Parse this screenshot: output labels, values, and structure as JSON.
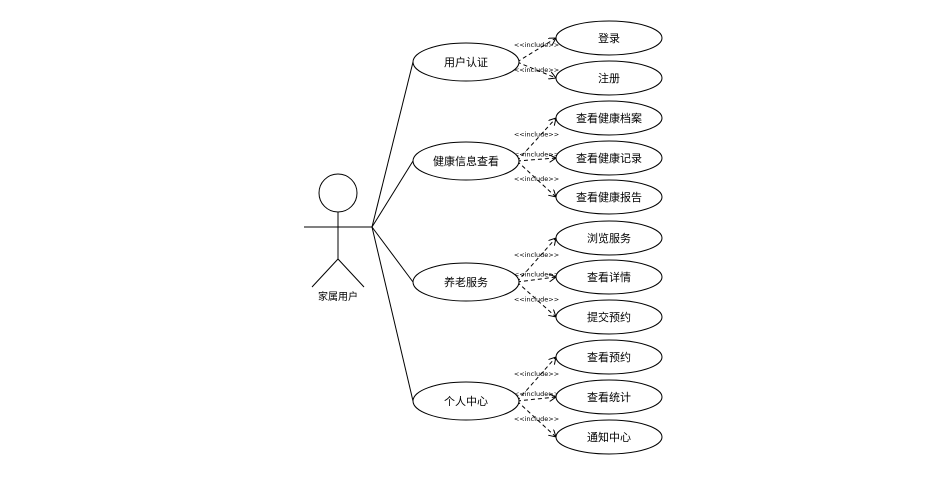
{
  "actor": {
    "label": "家属用户"
  },
  "include_label": "<<include>>",
  "groups": [
    {
      "label": "用户认证",
      "children": [
        "登录",
        "注册"
      ]
    },
    {
      "label": "健康信息查看",
      "children": [
        "查看健康档案",
        "查看健康记录",
        "查看健康报告"
      ]
    },
    {
      "label": "养老服务",
      "children": [
        "浏览服务",
        "查看详情",
        "提交预约"
      ]
    },
    {
      "label": "个人中心",
      "children": [
        "查看预约",
        "查看统计",
        "通知中心"
      ]
    }
  ]
}
